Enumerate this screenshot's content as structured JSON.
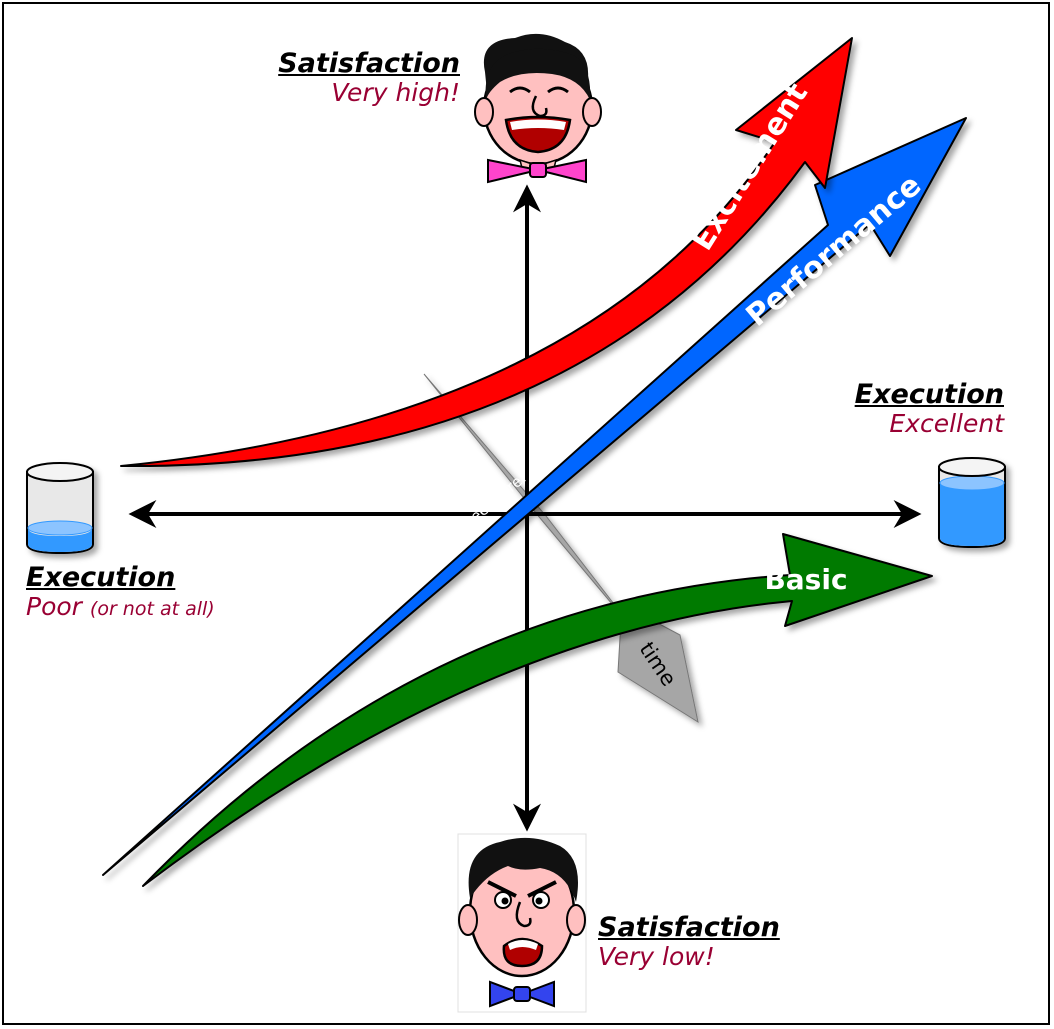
{
  "colors": {
    "excitement": "#ff0000",
    "performance": "#0066ff",
    "basic": "#007a00",
    "time": "#a6a6a6",
    "subtitle": "#990033",
    "water": "#3399ff"
  },
  "axes": {
    "top": {
      "title": "Satisfaction",
      "subtitle": "Very high!"
    },
    "bottom": {
      "title": "Satisfaction",
      "subtitle": "Very low!"
    },
    "left": {
      "title": "Execution",
      "subtitle": "Poor",
      "note": "(or not at all)"
    },
    "right": {
      "title": "Execution",
      "subtitle": "Excellent"
    }
  },
  "curves": {
    "excitement": "Excitement",
    "performance": "Performance",
    "basic": "Basic"
  },
  "time_label": "time",
  "watermark": {
    "prefix": "see more:",
    "url": "www.kanomodel.com"
  },
  "icons": {
    "happy": "happy-face-icon",
    "angry": "angry-face-icon",
    "empty_glass": "empty-glass-icon",
    "full_glass": "full-glass-icon"
  }
}
